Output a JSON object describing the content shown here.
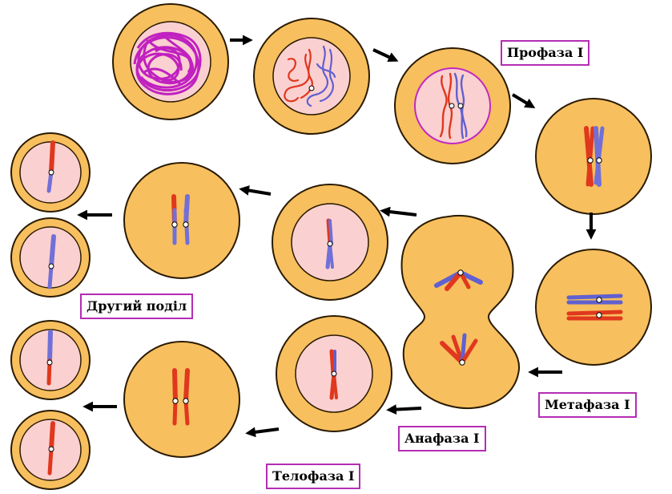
{
  "labels": {
    "prophase": "Профаза І",
    "metaphase": "Метафаза І",
    "anaphase": "Анафаза І",
    "telophase": "Телофаза І",
    "second_division": "Другий поділ"
  },
  "colors": {
    "cytoplasm": "#f7bf5e",
    "cytoplasm_stroke": "#2a1a00",
    "nucleus": "#fbd0d0",
    "nuclear_envelope": "#c02ac0",
    "chromatin": "#c021c0",
    "chromosome_red": "#e0381e",
    "chromosome_blue": "#7070d8",
    "centromere": "#ffffff",
    "label_border": "#b42db4",
    "arrow": "#000000"
  },
  "icons": [
    "arrow-right-icon",
    "arrow-down-icon",
    "arrow-left-icon"
  ]
}
